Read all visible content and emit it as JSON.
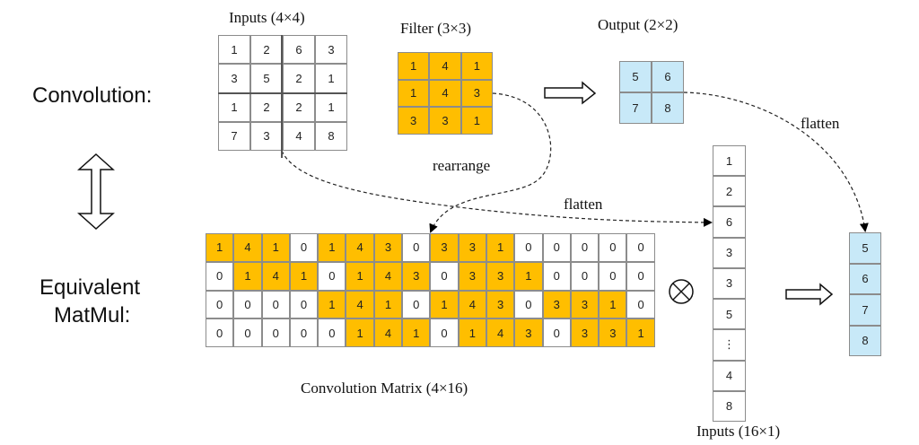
{
  "left_labels": {
    "convolution": "Convolution:",
    "equivalent": "Equivalent",
    "matmul": "MatMul:"
  },
  "inputs": {
    "title": "Inputs (4×4)",
    "values": [
      [
        1,
        2,
        6,
        3
      ],
      [
        3,
        5,
        2,
        1
      ],
      [
        1,
        2,
        2,
        1
      ],
      [
        7,
        3,
        4,
        8
      ]
    ]
  },
  "filter": {
    "title": "Filter (3×3)",
    "values": [
      [
        1,
        4,
        1
      ],
      [
        1,
        4,
        3
      ],
      [
        3,
        3,
        1
      ]
    ],
    "color": "#ffbe00"
  },
  "output": {
    "title": "Output (2×2)",
    "values": [
      [
        5,
        6
      ],
      [
        7,
        8
      ]
    ],
    "color": "#c8e9f8"
  },
  "annotations": {
    "rearrange": "rearrange",
    "flatten_inputs": "flatten",
    "flatten_output": "flatten",
    "multiply_symbol": "⊗"
  },
  "conv_matrix": {
    "title": "Convolution Matrix (4×16)",
    "values": [
      [
        1,
        4,
        1,
        0,
        1,
        4,
        3,
        0,
        3,
        3,
        1,
        0,
        0,
        0,
        0,
        0
      ],
      [
        0,
        1,
        4,
        1,
        0,
        1,
        4,
        3,
        0,
        3,
        3,
        1,
        0,
        0,
        0,
        0
      ],
      [
        0,
        0,
        0,
        0,
        1,
        4,
        1,
        0,
        1,
        4,
        3,
        0,
        3,
        3,
        1,
        0
      ],
      [
        0,
        0,
        0,
        0,
        0,
        1,
        4,
        1,
        0,
        1,
        4,
        3,
        0,
        3,
        3,
        1
      ]
    ],
    "highlighted": [
      [
        0,
        1,
        2,
        4,
        5,
        6,
        8,
        9,
        10
      ],
      [
        1,
        2,
        3,
        5,
        6,
        7,
        9,
        10,
        11
      ],
      [
        4,
        5,
        6,
        8,
        9,
        10,
        12,
        13,
        14
      ],
      [
        5,
        6,
        7,
        9,
        10,
        11,
        13,
        14,
        15
      ]
    ]
  },
  "input_vector": {
    "title": "Inputs (16×1)",
    "values": [
      "1",
      "2",
      "6",
      "3",
      "3",
      "5",
      "⋮",
      "4",
      "8"
    ]
  },
  "output_vector": {
    "values": [
      5,
      6,
      7,
      8
    ]
  }
}
